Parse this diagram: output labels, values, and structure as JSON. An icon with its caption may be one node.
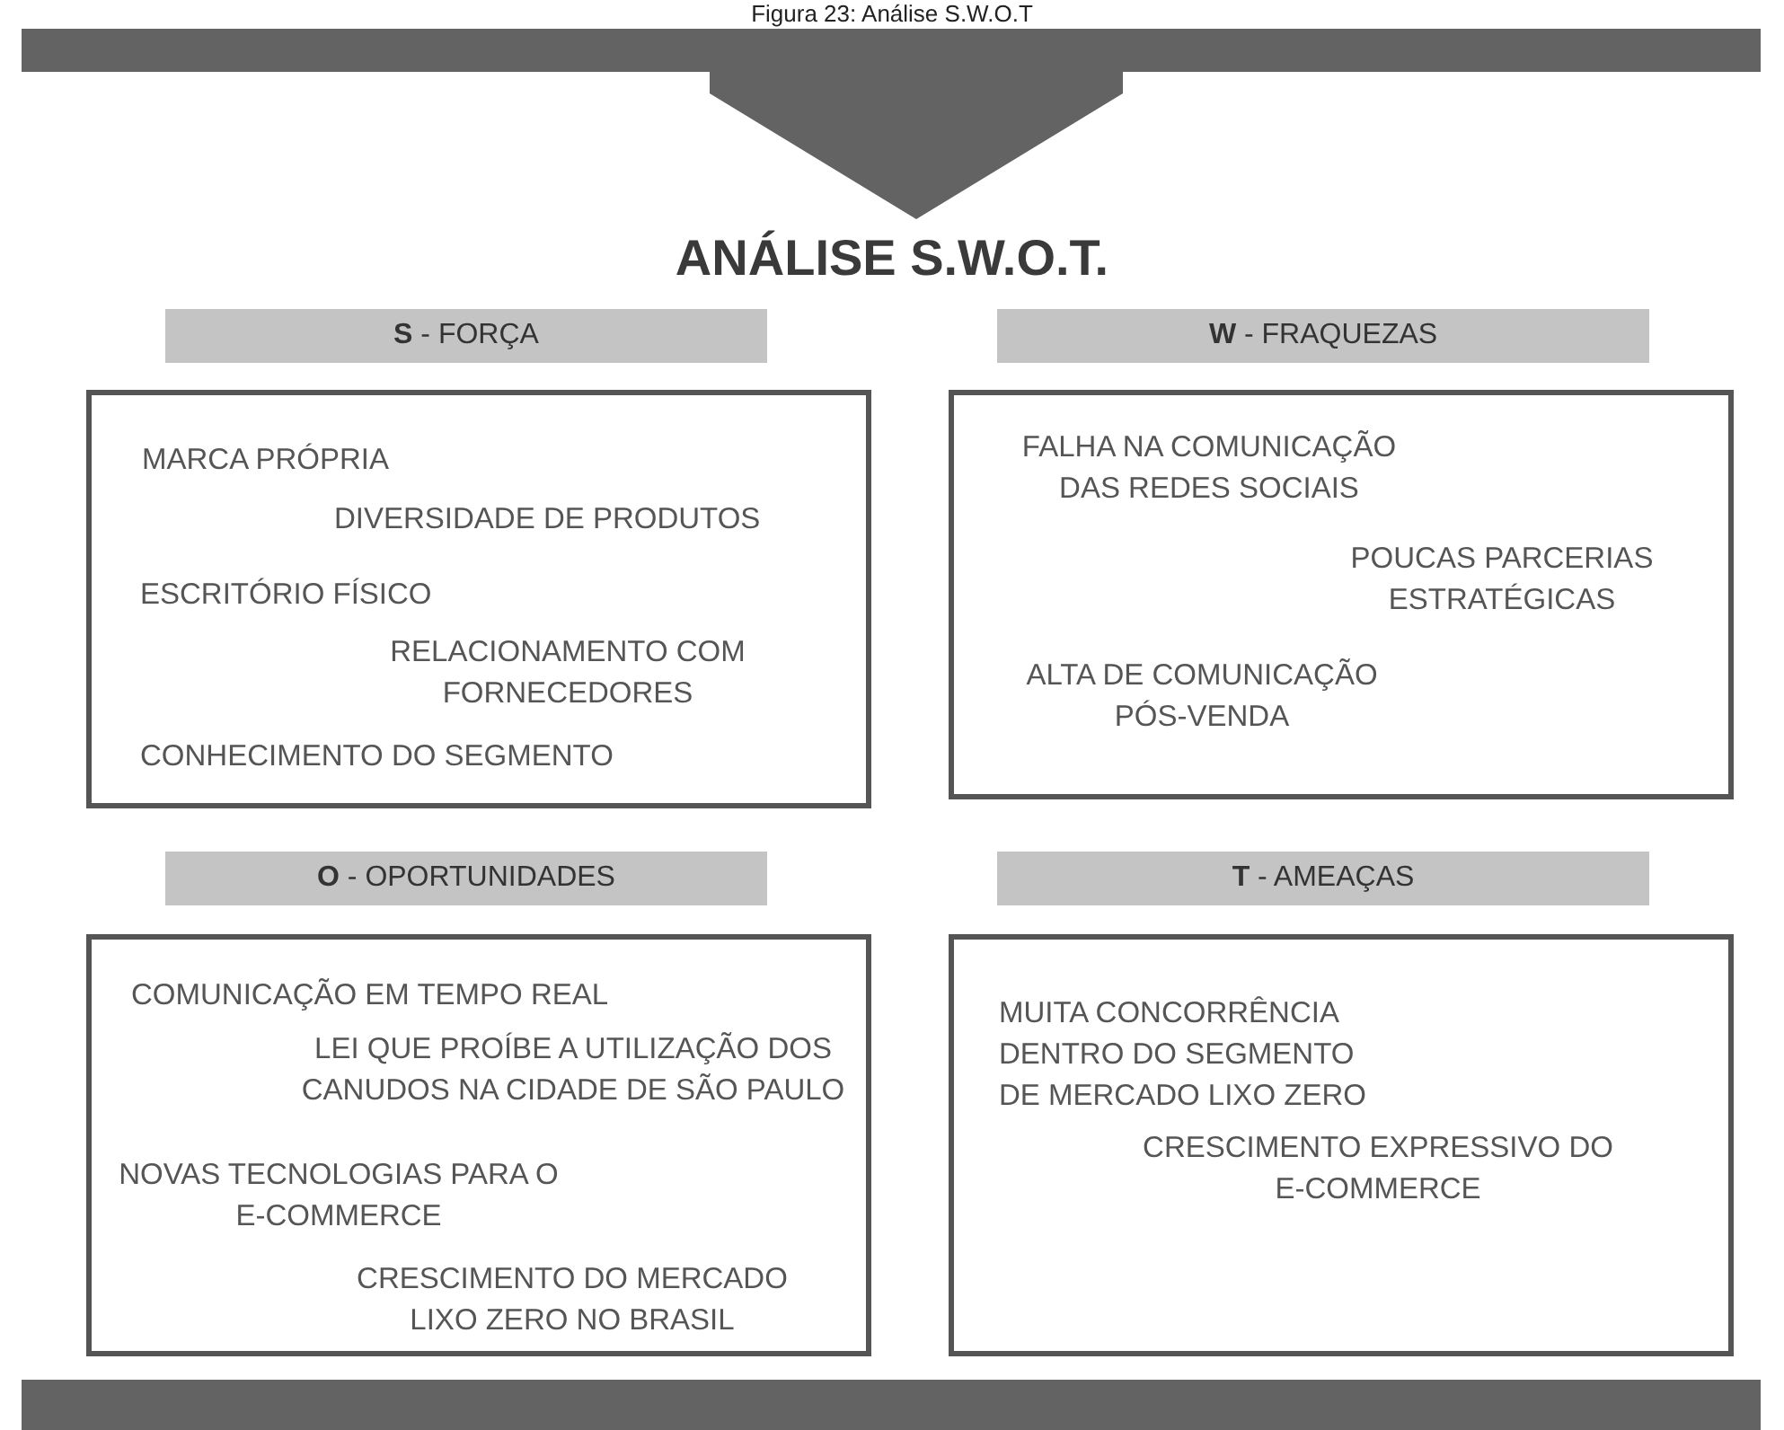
{
  "diagram": {
    "title": "ANÁLISE S.W.O.T.",
    "caption": "Figura 23: Análise S.W.O.T",
    "nodes": [
      {
        "text": [
          "**S** - FORÇA"
        ]
      },
      {
        "text": [
          "**W** - FRAQUEZAS"
        ]
      },
      {
        "text": [
          "MARCA PRÓPRIA",
          "DIVERSIDADE DE PRODUTOS",
          "ESCRITÓRIO FÍSICO",
          "RELACIONAMENTO COM FORNECEDORES",
          "CONHECIMENTO DO SEGMENTO"
        ]
      },
      {
        "text": [
          "FALHA NA COMUNICAÇÃO DAS REDES SOCIAIS",
          "POUCAS PARCERIAS ESTRATÉGICAS",
          "ALTA DE COMUNICAÇÃO PÓS-VENDA"
        ]
      },
      {
        "text": [
          "**O** - OPORTUNIDADES"
        ]
      },
      {
        "text": [
          "**T** - AMEAÇAS"
        ]
      },
      {
        "text": [
          "COMUNICAÇÃO EM TEMPO REAL",
          "LEI QUE PROÍBE A UTILIZAÇÃO DOS CANUDOS NA CIDADE DE SÃO PAULO",
          "NOVAS TECNOLOGIAS PARA O E-COMMERCE",
          "CRESCIMENTO DO MERCADO LIXO ZERO NO BRASIL"
        ]
      },
      {
        "text": [
          "MUITA CONCORRÊNCIA DENTRO DO SEGMENTO DE MERCADO LIXO ZERO",
          "CRESCIMENTO EXPRESSIVO DO E-COMMERCE"
        ]
      }
    ]
  }
}
